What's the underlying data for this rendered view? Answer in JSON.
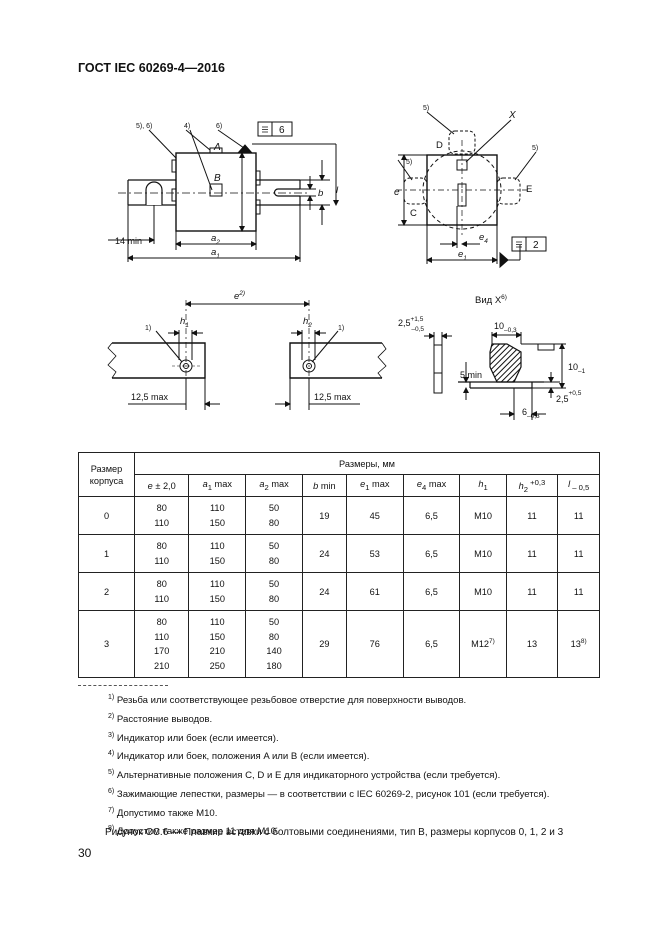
{
  "header": {
    "title": "ГОСТ IEC 60269-4—2016"
  },
  "fig1": {
    "callout_56": "5), 6)",
    "callout_4": "4)",
    "callout_6": "6)",
    "A": "A",
    "B": "B",
    "tol_value": "6",
    "min14": "14 min",
    "a2": "a",
    "a2s": "2",
    "a1": "a",
    "a1s": "1",
    "b": "b",
    "l": "l"
  },
  "fig2": {
    "callout_5a": "5)",
    "callout_5b": "5)",
    "callout_5c": "5)",
    "X": "X",
    "D": "D",
    "C": "C",
    "E": "E",
    "e": "e",
    "e4": "e",
    "e4s": "4",
    "e1": "e",
    "e1s": "1",
    "tol_value": "2"
  },
  "fig3": {
    "e2": "e",
    "e2s": "2)",
    "h1": "h",
    "h1s": "1",
    "h2": "h",
    "h2s": "2",
    "c1a": "1)",
    "c1b": "1)",
    "max1": "12,5 max",
    "max2": "12,5 max"
  },
  "fig4": {
    "view": "Вид X",
    "views": "6)",
    "t1a": "2,5",
    "t1b": "+1,5",
    "t1c": "–0,5",
    "t2a": "10",
    "t2b": "–0,3",
    "t3a": "10",
    "t3b": "–1",
    "min5": "5 min",
    "t4a": "2,5",
    "t4b": "+0,5",
    "t5a": "6",
    "t5b": "–0,3"
  },
  "table": {
    "col_size": "Размер корпуса",
    "col_dims": "Размеры, мм",
    "h_e": "e",
    "h_e_tol": " ± 2,0",
    "h_a1": "a",
    "h_a1s": "1",
    "h_a1m": " max",
    "h_a2": "a",
    "h_a2s": "2",
    "h_a2m": " max",
    "h_b": "b",
    "h_bm": " min",
    "h_e1": "e",
    "h_e1s": "1",
    "h_e1m": " max",
    "h_e4": "e",
    "h_e4s": "4",
    "h_e4m": " max",
    "h_h1": "h",
    "h_h1s": "1",
    "h_h2": "h",
    "h_h2s": "2",
    "h_h2t": " +0,3",
    "h_l": "l",
    "h_lt": " – 0,5",
    "rows": [
      {
        "size": "0",
        "e": "80\n110",
        "a1": "110\n150",
        "a2": "50\n80",
        "b": "19",
        "e1": "45",
        "e4": "6,5",
        "h1": "M10",
        "h1n": "",
        "h2": "11",
        "l": "11",
        "ln": ""
      },
      {
        "size": "1",
        "e": "80\n110",
        "a1": "110\n150",
        "a2": "50\n80",
        "b": "24",
        "e1": "53",
        "e4": "6,5",
        "h1": "M10",
        "h1n": "",
        "h2": "11",
        "l": "11",
        "ln": ""
      },
      {
        "size": "2",
        "e": "80\n110",
        "a1": "110\n150",
        "a2": "50\n80",
        "b": "24",
        "e1": "61",
        "e4": "6,5",
        "h1": "M10",
        "h1n": "",
        "h2": "11",
        "l": "11",
        "ln": ""
      },
      {
        "size": "3",
        "e": "80\n110\n170\n210",
        "a1": "110\n150\n210\n250",
        "a2": "50\n80\n140\n180",
        "b": "29",
        "e1": "76",
        "e4": "6,5",
        "h1": "M12",
        "h1n": "7)",
        "h2": "13",
        "l": "13",
        "ln": "8)"
      }
    ]
  },
  "notes": [
    {
      "n": "1)",
      "t": " Резьба или соответствующее резьбовое отверстие для поверхности выводов."
    },
    {
      "n": "2)",
      "t": " Расстояние выводов."
    },
    {
      "n": "3)",
      "t": " Индикатор или боек (если имеется)."
    },
    {
      "n": "4)",
      "t": " Индикатор или боек, положения A или B (если имеется)."
    },
    {
      "n": "5)",
      "t": " Альтернативные положения C, D и E для индикаторного устройства (если требуется)."
    },
    {
      "n": "6)",
      "t": " Зажимающие лепестки, размеры — в соответствии с IEC 60269-2, рисунок 101 (если требуется)."
    },
    {
      "n": "7)",
      "t": " Допустимо также M10."
    },
    {
      "n": "8)",
      "t": " Допустим также размер 11 для M10."
    }
  ],
  "caption": "Рисунок СС.6 — Плавкие вставки с болтовыми соединениями, тип В, размеры корпусов 0, 1, 2 и 3",
  "page_number": "30"
}
